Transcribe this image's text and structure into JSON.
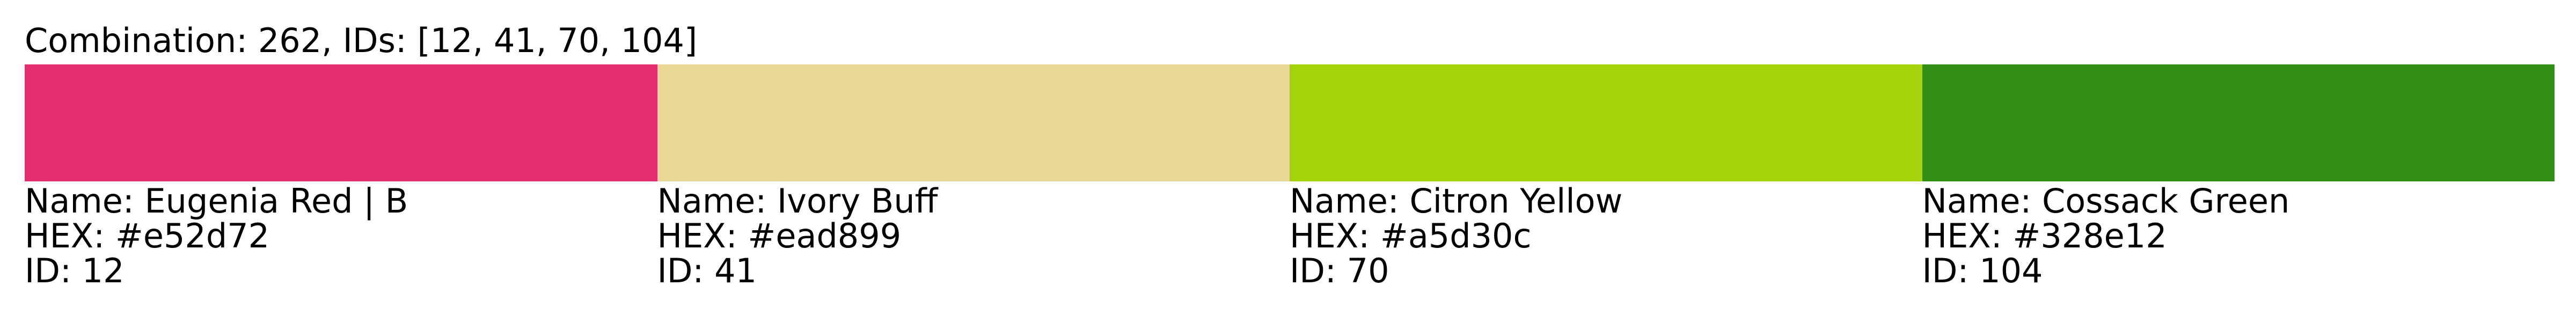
{
  "title": "Combination: 262, IDs: [12, 41, 70, 104]",
  "swatches": [
    {
      "name": "Name: Eugenia Red | B",
      "hex": "HEX: #e52d72",
      "id": "ID: 12",
      "color": "#e52d72"
    },
    {
      "name": "Name: Ivory Buff",
      "hex": "HEX: #ead899",
      "id": "ID: 41",
      "color": "#ead899"
    },
    {
      "name": "Name: Citron Yellow",
      "hex": "HEX: #a5d30c",
      "id": "ID: 70",
      "color": "#a5d30c"
    },
    {
      "name": "Name: Cossack Green",
      "hex": "HEX: #328e12",
      "id": "ID: 104",
      "color": "#328e12"
    }
  ]
}
